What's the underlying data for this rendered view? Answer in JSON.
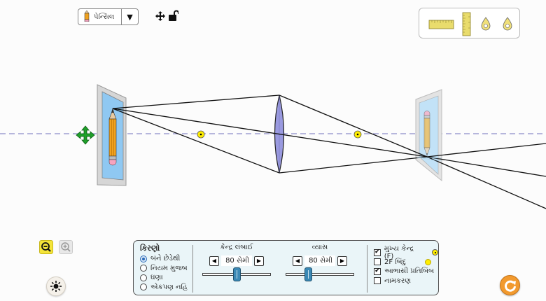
{
  "object_selector": {
    "selected": "પેન્સિલ",
    "icon": "pencil-icon",
    "dropdown_icon": "triangle-down-icon"
  },
  "top_icons": [
    "move-icon",
    "unlock-icon"
  ],
  "toolbox": {
    "tools": [
      "horizontal-ruler-icon",
      "vertical-ruler-icon",
      "point-marker-icon",
      "point-marker-icon"
    ]
  },
  "scene": {
    "object_label": "પેન્સિલ",
    "lens_type": "converging",
    "colors": {
      "lens_fill": "#9a9ae0",
      "axis": "#8c8cc8",
      "ray": "#111111",
      "focal_point": "#ffee00",
      "drag_handle": "#1fa02a"
    }
  },
  "zoom": {
    "zoom_out_icon": "zoom-out-icon",
    "zoom_in_icon": "zoom-in-icon"
  },
  "light_button_icon": "light-source-icon",
  "reset_button_icon": "reset-icon",
  "rays": {
    "title": "કિરણો",
    "options": [
      {
        "label": "બંને છેડેથી",
        "selected": true
      },
      {
        "label": "નિયમ મુજબ",
        "selected": false
      },
      {
        "label": "ઘણા",
        "selected": false
      },
      {
        "label": "એકપણ નહિ",
        "selected": false
      }
    ]
  },
  "sliders": [
    {
      "title": "કેન્દ્ર લંબાઈ",
      "value": "80 સેમી",
      "fraction": 0.5
    },
    {
      "title": "વ્યાસ",
      "value": "80 સેમી",
      "fraction": 0.33
    }
  ],
  "checkboxes": [
    {
      "label": "મુખ્ય કેન્દ્ર (F)",
      "checked": true,
      "marker": "focal-point-marker"
    },
    {
      "label": "2F બિંદુ",
      "checked": false,
      "marker": "2f-point-marker"
    },
    {
      "label": "આભાસી પ્રતિબિંબ",
      "checked": true
    },
    {
      "label": "નામકરણ",
      "checked": false
    }
  ]
}
